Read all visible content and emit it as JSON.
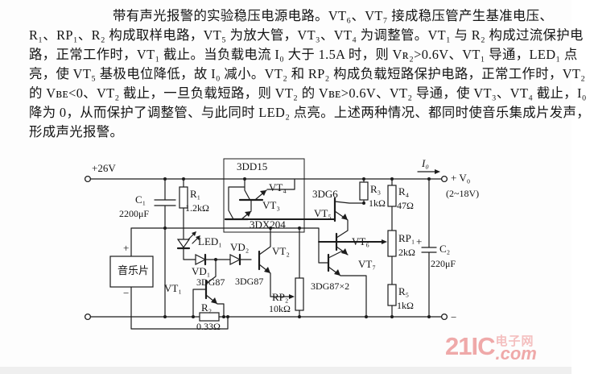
{
  "article": {
    "lines": [
      "带有声光报警的实验稳压电源电路。VT₆、VT₇ 接成稳压管产生基准电压、",
      "R₁、RP₁、R₂ 构成取样电路，VT₅ 为放大管，VT₃、VT₄ 为调整管。VT₁ 与 R₂ 构成过流保护电",
      "路，正常工作时，VT₁ 截止。当负载电流 I₀ 大于 1.5A 时，则 Vʀ₂>0.6V、VT₁ 导通，LED₁ 点",
      "亮，使 VT₅ 基极电位降低，故 I₀ 减小。VT₂ 和 RP₂ 构成负载短路保护电路，正常工作时，VT₂",
      "的 Vʙᴇ<0、VT₂ 截止，一旦负载短路，则 VT₂ 的 Vʙᴇ>0.6V、VT₂ 导通，使 VT₃、VT₄ 截止，I₀",
      "降为 0，从而保护了调整管、与此同时 LED₂ 点亮。上述两种情况、都同时使音乐集成片发声，",
      "形成声光报警。"
    ]
  },
  "schematic": {
    "labels": {
      "vin": "+26V",
      "c1": "C₁",
      "c1v": "2200μF",
      "r1": "R₁",
      "r1v": "1.2kΩ",
      "q_top": "3DD15",
      "vt4": "VT₄",
      "vt3": "VT₃",
      "q_mid": "3DX204",
      "led1": "LED₁",
      "vd1": "VD₁",
      "vd2": "VD₂",
      "vt2": "VT₂",
      "vt2t": "3DG87",
      "vt1": "VT₁",
      "vt1t": "3DG87",
      "r2": "R₂",
      "r2v": "0.33Ω",
      "music": "音乐片",
      "music_plus": "+",
      "music_minus": "−",
      "rp2": "RP₂",
      "rp2v": "10kΩ",
      "q5t": "3DG6",
      "vt5": "VT₅",
      "vt6": "VT₆",
      "vt7": "VT₇",
      "q67t": "3DG87×2",
      "r3": "R₃",
      "r3v": "1kΩ",
      "r4": "R₄",
      "r4v": "47Ω",
      "rp1": "RP₁",
      "rp1v": "2kΩ",
      "r5": "R₅",
      "r5v": "1kΩ",
      "c2": "C₂",
      "c2v": "220μF",
      "c2plus": "+",
      "i0": "I₀",
      "vo": "+ V₀",
      "vor": "(2~18V)",
      "outminus": "−"
    }
  },
  "watermark": {
    "brand": "21IC",
    "cn": "电子网",
    "com": ".com"
  }
}
